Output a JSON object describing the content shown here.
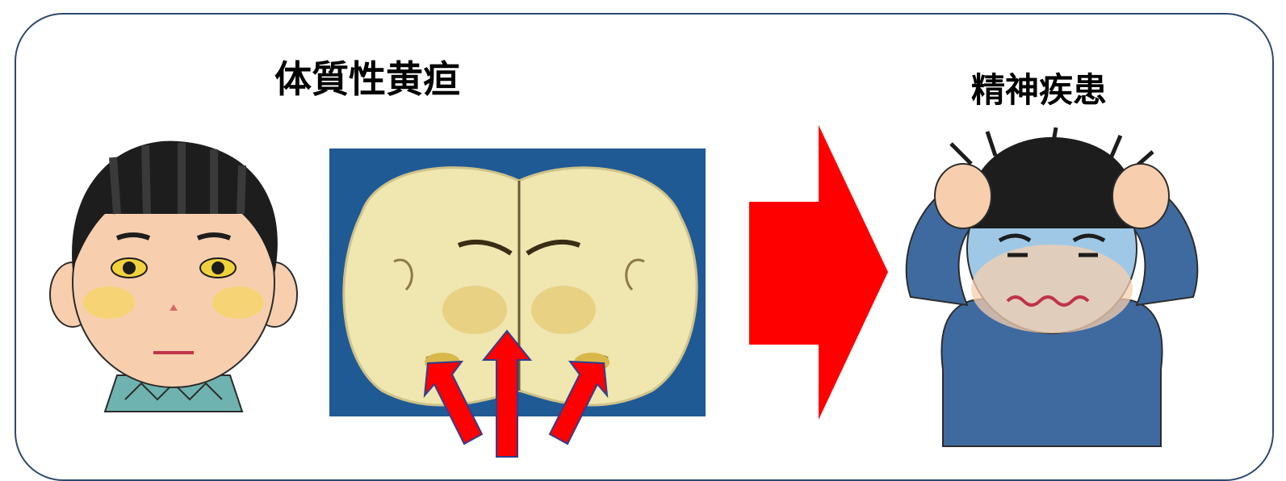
{
  "labels": {
    "left_title": "体質性黄疸",
    "right_title": "精神疾患"
  },
  "icons": {
    "left_person": "jaundiced-person-illustration",
    "brain": "brain-cross-section-photo",
    "transition": "right-arrow-icon",
    "right_person": "distressed-person-illustration",
    "indicators": "up-arrow-icon"
  },
  "colors": {
    "frame": "#2f4a6e",
    "arrow": "#ff0000",
    "arrow_outline": "#2f3f8f",
    "photo_bg": "#1f5a94",
    "brain_tissue": "#efe6b0",
    "skin": "#f7cfae",
    "hair": "#1d1d1d",
    "shirt_left": "#6fb3b0",
    "shirt_right": "#3f6aa0",
    "sad_face": "#9ec8e6"
  }
}
